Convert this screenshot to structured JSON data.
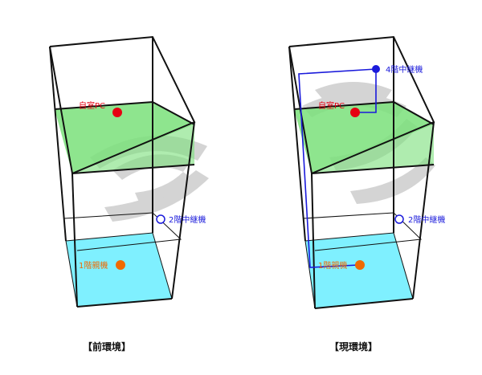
{
  "colors": {
    "edge": "#111111",
    "floor_green": "#7ae07a",
    "floor_cyan": "#7ff0ff",
    "wave": "#d0d0d0",
    "red": "#e60012",
    "blue": "#1a1adb",
    "orange": "#f06a00"
  },
  "left": {
    "caption": "【前環境】",
    "pc_label": "自室PC",
    "relay2_label": "2階中継機",
    "base_label": "1階親機"
  },
  "right": {
    "caption": "【現環境】",
    "relay4_label": "4階中継機",
    "pc_label": "自室PC",
    "relay2_label": "2階中継機",
    "base_label": "1階親機"
  }
}
